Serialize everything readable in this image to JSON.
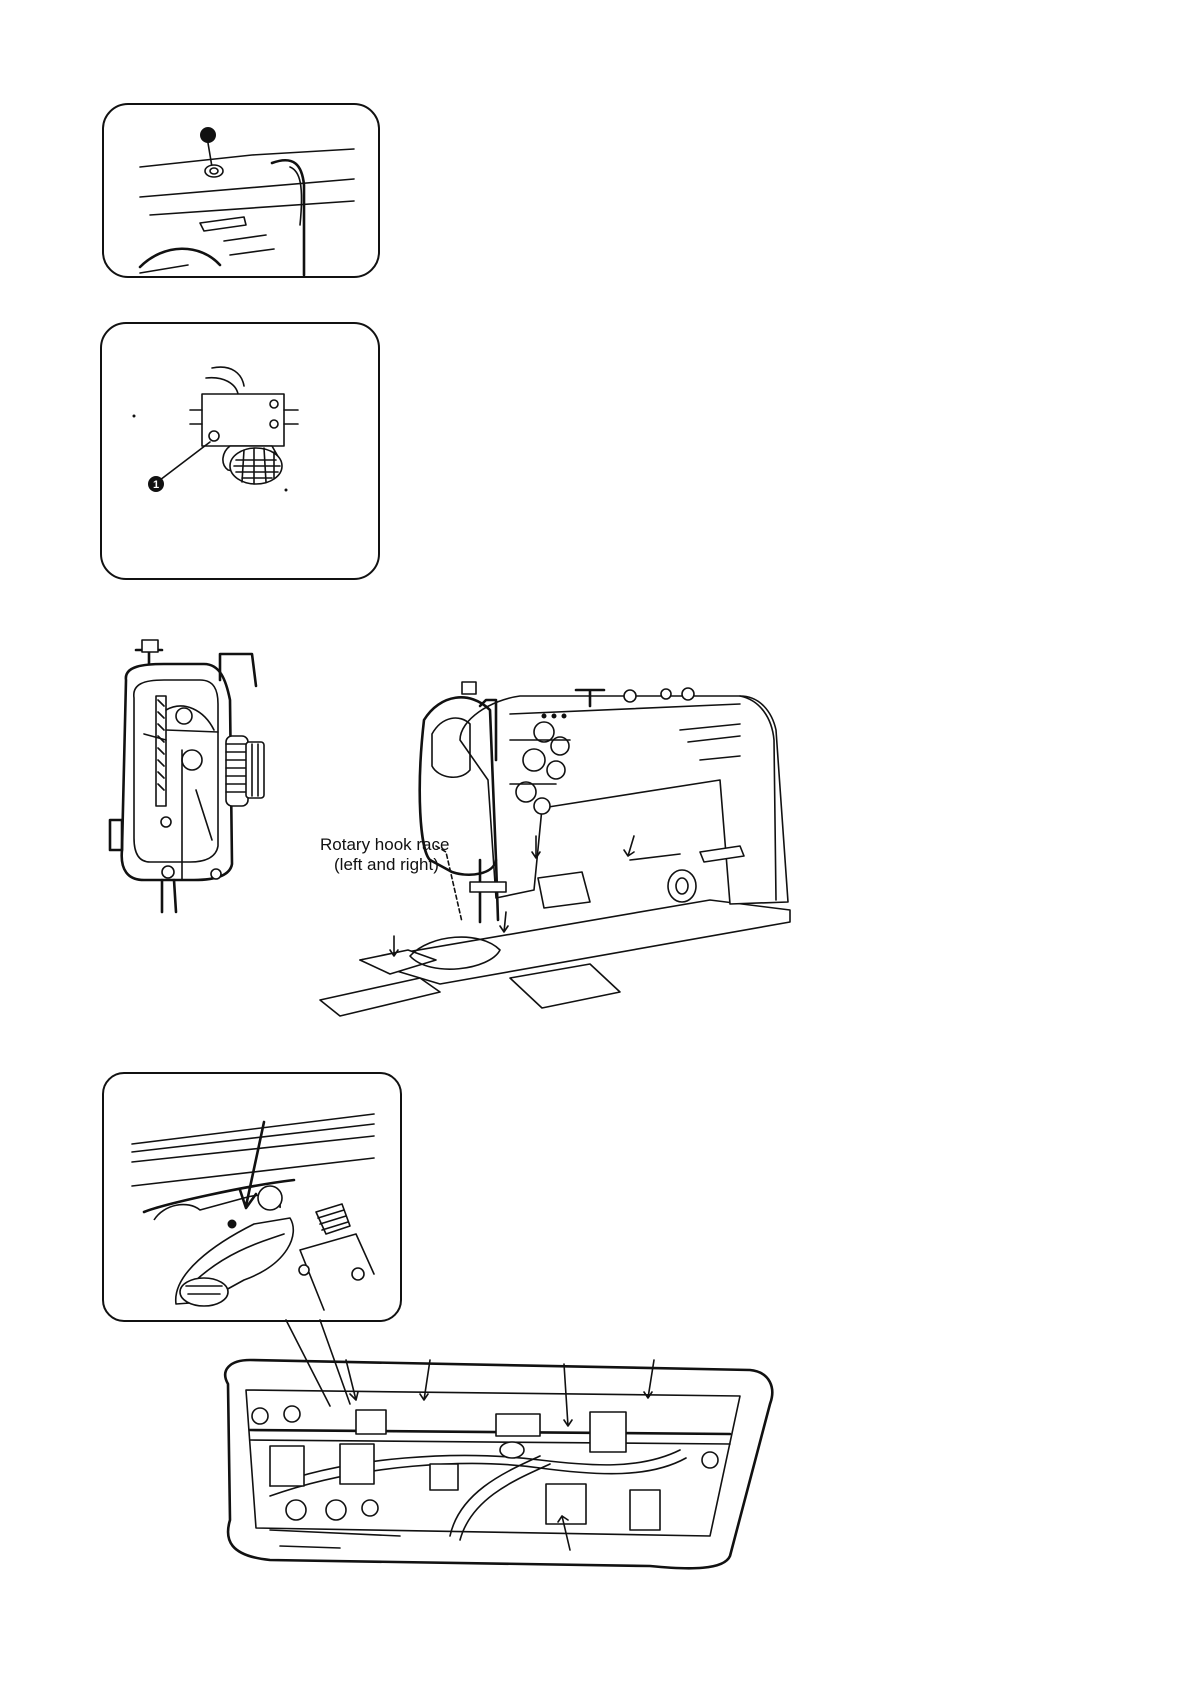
{
  "figures": {
    "oil_hole_top": {
      "callout": ""
    },
    "oil_hole_side": {
      "callout": "1"
    },
    "machine_overview": {
      "label_line1": "Rotary hook race",
      "label_line2": "(left and right)"
    }
  },
  "colors": {
    "ink": "#111111",
    "paper": "#ffffff"
  }
}
